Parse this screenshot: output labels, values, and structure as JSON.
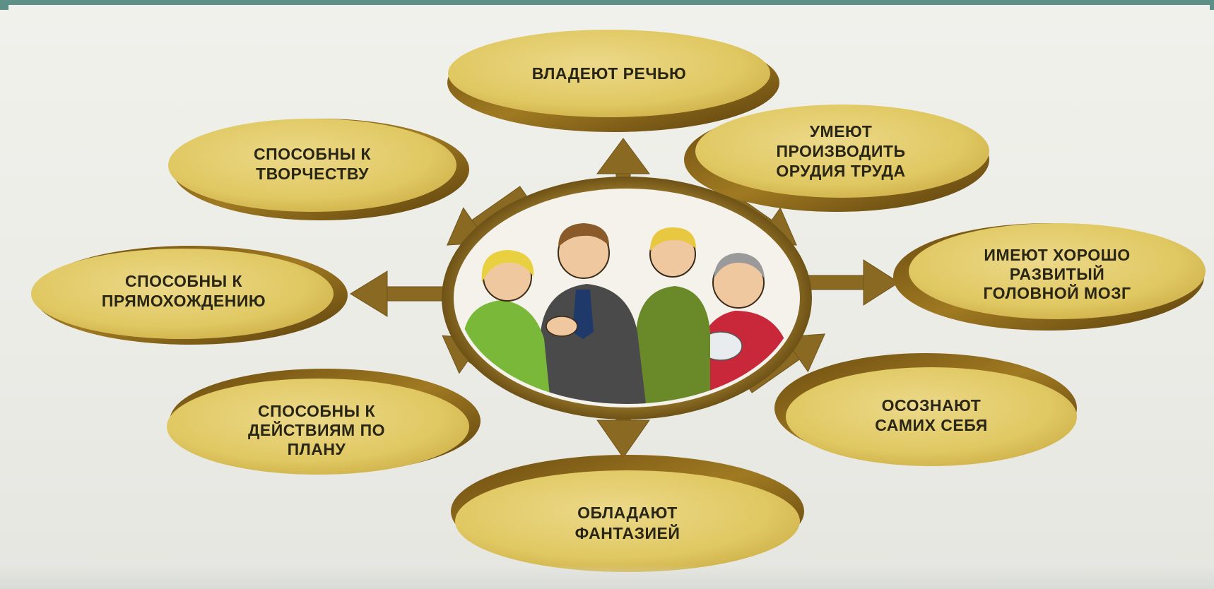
{
  "colors": {
    "disk_fill": "#e3cb6a",
    "disk_rim": "#7a5a14",
    "arrow": "#8a6a22",
    "center_ring": "#8a6a22",
    "text": "#2a2616"
  },
  "center": {
    "image": "people-illustration"
  },
  "nodes": {
    "top": [
      "ВЛАДЕЮТ РЕЧЬЮ"
    ],
    "top_right": [
      "УМЕЮТ",
      "ПРОИЗВОДИТЬ",
      "ОРУДИЯ ТРУДА"
    ],
    "right": [
      "ИМЕЮТ ХОРОШО",
      "РАЗВИТЫЙ",
      "ГОЛОВНОЙ МОЗГ"
    ],
    "bottom_right": [
      "ОСОЗНАЮТ",
      "САМИХ СЕБЯ"
    ],
    "bottom": [
      "ОБЛАДАЮТ",
      "ФАНТАЗИЕЙ"
    ],
    "bottom_left": [
      "СПОСОБНЫ К",
      "ДЕЙСТВИЯМ ПО",
      "ПЛАНУ"
    ],
    "left": [
      "СПОСОБНЫ К",
      "ПРЯМОХОЖДЕНИЮ"
    ],
    "top_left": [
      "СПОСОБНЫ К",
      "ТВОРЧЕСТВУ"
    ]
  }
}
